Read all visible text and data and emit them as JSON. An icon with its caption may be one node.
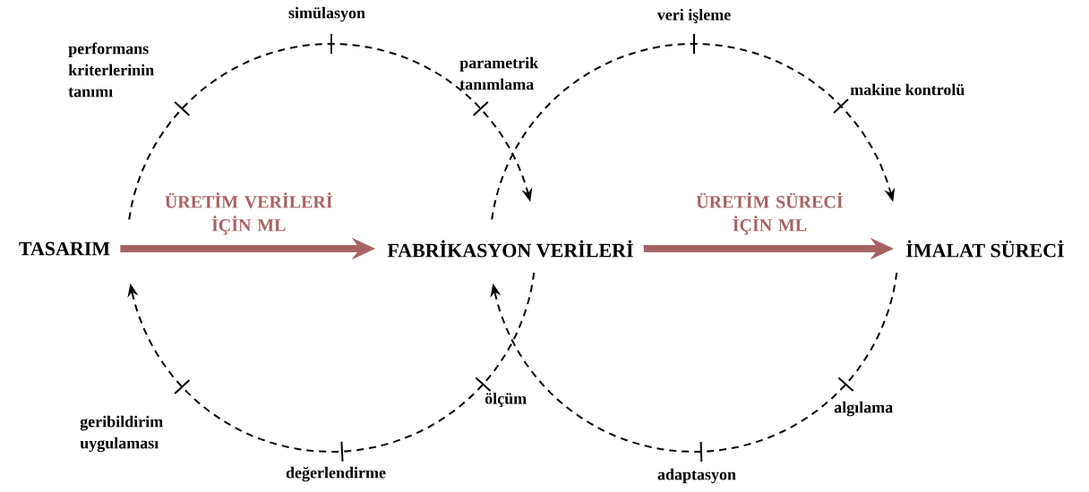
{
  "diagram": {
    "nodes": [
      {
        "text": [
          "TASARIM"
        ]
      },
      {
        "text": [
          "FABRİKASYON VERİLERİ"
        ]
      },
      {
        "text": [
          "İMALAT SÜRECİ"
        ]
      }
    ],
    "edges": [
      {
        "from": 0,
        "to": 1,
        "arrow": "to",
        "label": "ÜRETİM VERİLERİ İÇİN ML",
        "style": "thick",
        "color": "#a86262"
      },
      {
        "from": 1,
        "to": 2,
        "arrow": "to",
        "label": "ÜRETİM SÜRECİ İÇİN ML",
        "style": "thick",
        "color": "#a86262"
      },
      {
        "from": 0,
        "to": 1,
        "arrow": "to",
        "style": "dashed"
      },
      {
        "from": 1,
        "to": 0,
        "arrow": "to",
        "style": "dashed"
      },
      {
        "from": 1,
        "to": 2,
        "arrow": "to",
        "style": "dashed"
      },
      {
        "from": 2,
        "to": 1,
        "arrow": "to",
        "style": "dashed"
      }
    ],
    "labels": [
      "simülasyon",
      "veri işleme",
      "performans kriterlerinin tanımı",
      "parametrik tanımlama",
      "makine kontrolü",
      "ölçüm",
      "algılama",
      "geribildirim uygulaması",
      "değerlendirme",
      "adaptasyon"
    ]
  }
}
